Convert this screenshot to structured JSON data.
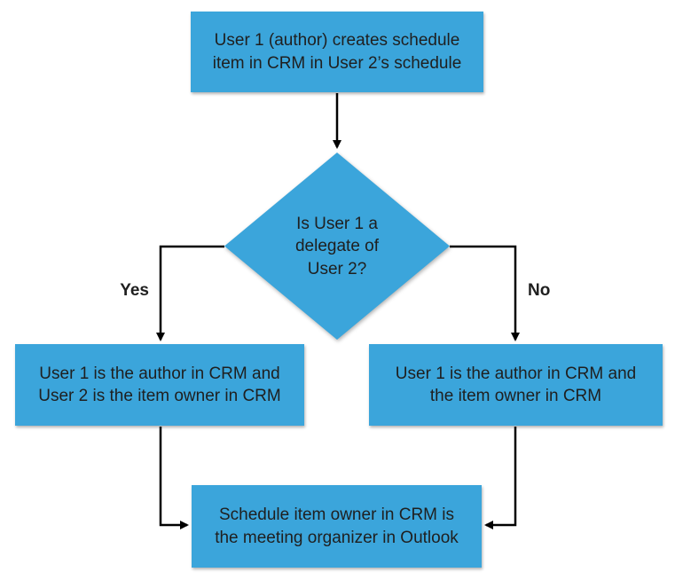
{
  "flowchart": {
    "colors": {
      "node_fill": "#3BA5DB",
      "text": "#1F1F1F",
      "connector": "#000000",
      "background": "#FFFFFF"
    },
    "nodes": {
      "start": {
        "text": "User 1 (author) creates schedule\nitem in CRM in User 2’s schedule"
      },
      "decision": {
        "text": "Is User 1 a\ndelegate of\nUser 2?"
      },
      "yes_outcome": {
        "text": "User 1 is the author in CRM and\nUser 2 is the item owner in CRM"
      },
      "no_outcome": {
        "text": "User 1 is the author in CRM and\nthe item owner in CRM"
      },
      "end": {
        "text": "Schedule item owner in CRM is\nthe meeting organizer in Outlook"
      }
    },
    "edge_labels": {
      "yes": "Yes",
      "no": "No"
    }
  }
}
